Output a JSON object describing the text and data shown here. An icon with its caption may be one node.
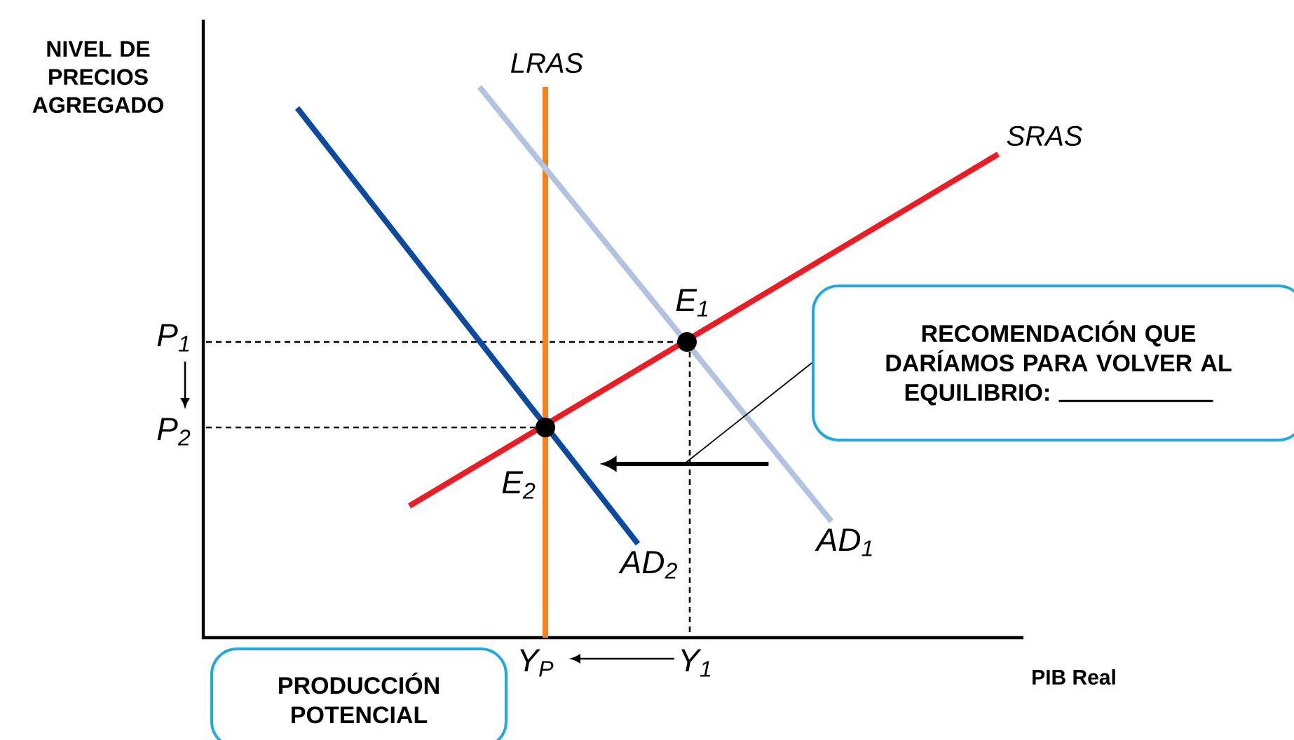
{
  "diagram": {
    "nodes": [
      {
        "text": [
          "RECOMENDACIÓN QUE DARÍAMOS PARA VOLVER AL EQUILIBRIO:"
        ]
      },
      {
        "text": [
          "PRODUCCIÓN POTENCIAL"
        ]
      },
      {
        "text": [],
        "shape": "arrow"
      }
    ],
    "edges": [
      {
        "from": 0,
        "to": 2,
        "arrow": "none"
      }
    ],
    "labels": [
      "NIVEL DE PRECIOS AGREGADO",
      "LRAS",
      "SRAS",
      "E$_{1}$",
      "P$_{1}$",
      "P$_{2}$",
      "E$_{2}$",
      "AD$_{1}$",
      "AD$_{2}$",
      "Y$_{P}$",
      "Y$_{1}$",
      "PIB Real"
    ]
  }
}
